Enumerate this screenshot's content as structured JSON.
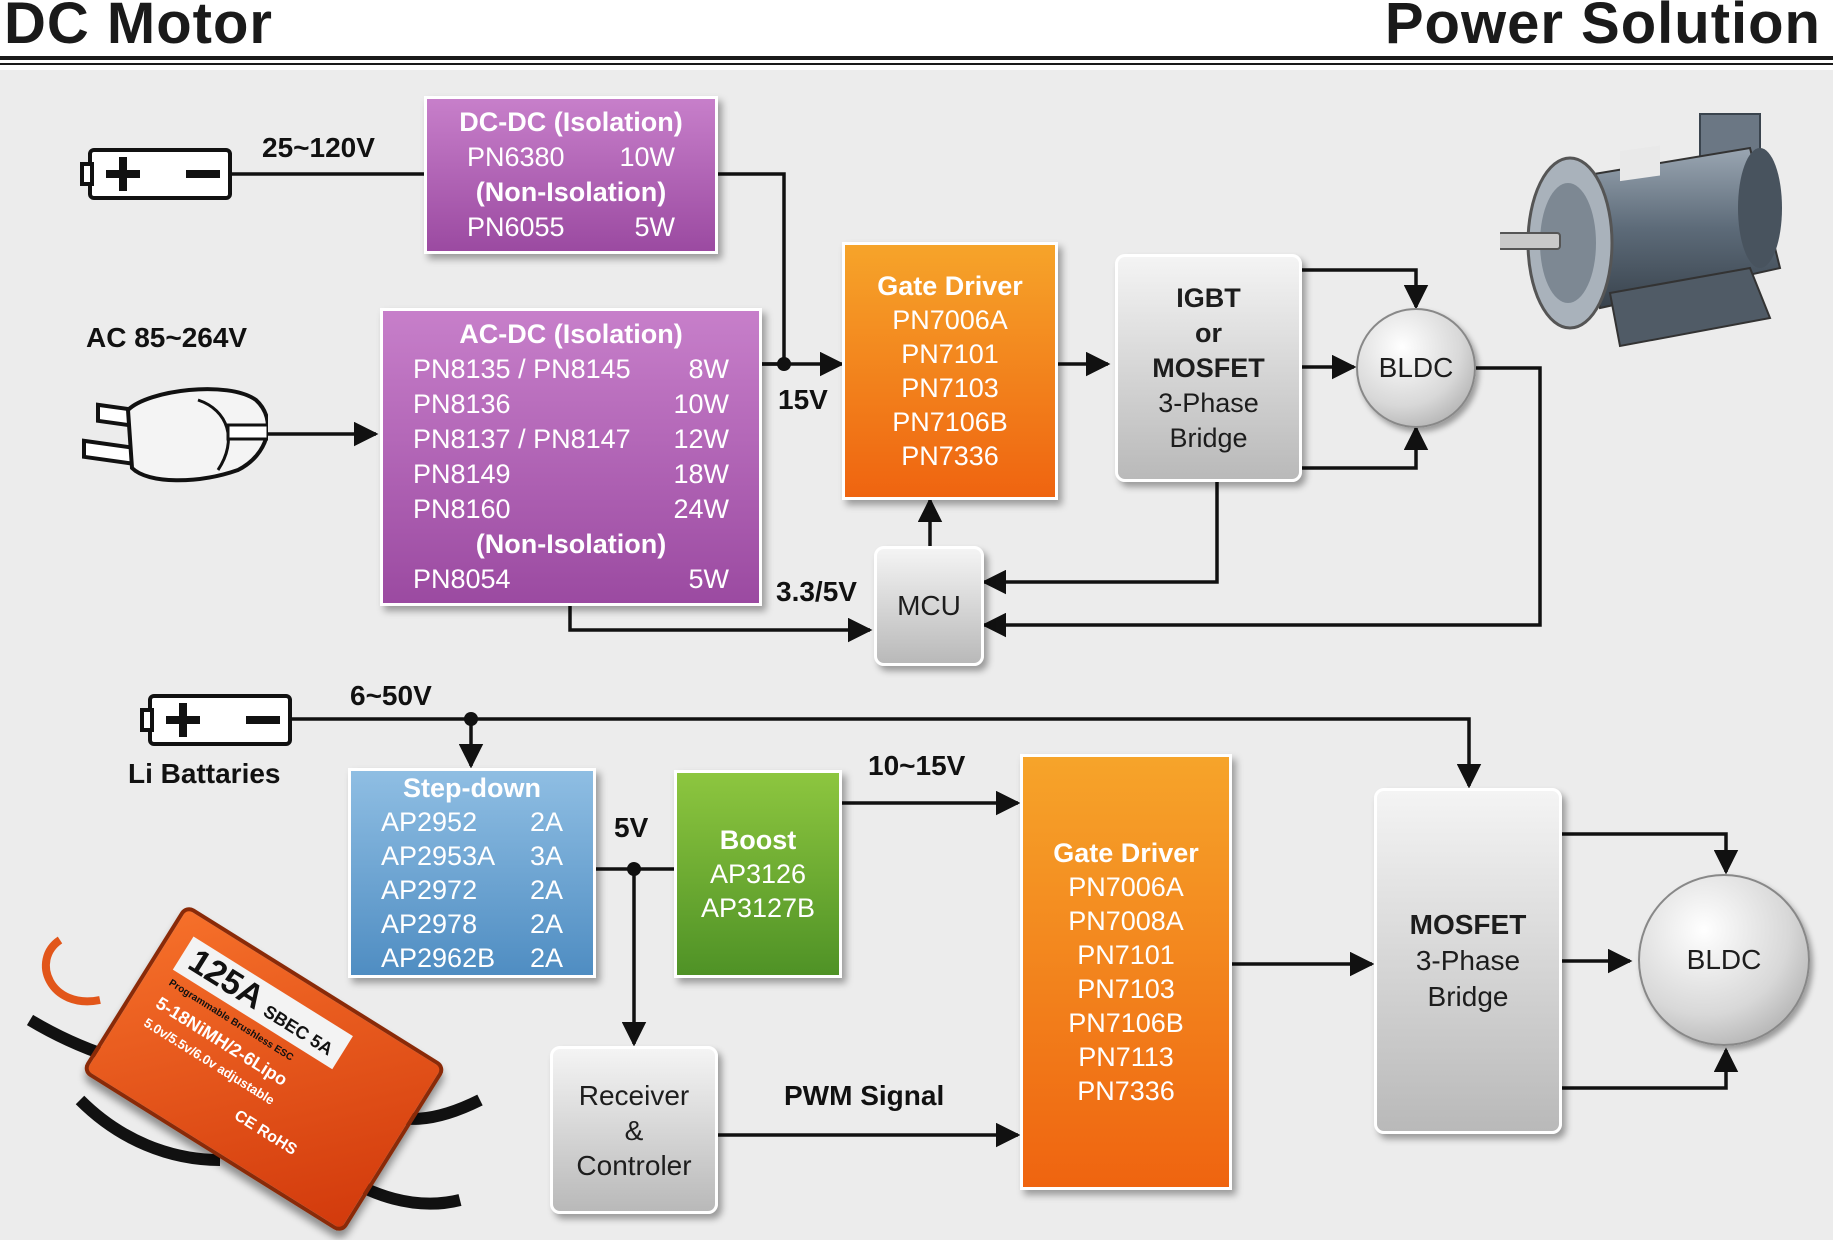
{
  "header": {
    "left_title": "DC Motor",
    "right_title": "Power Solution"
  },
  "top": {
    "battery_voltage": "25~120V",
    "ac_label": "AC 85~264V",
    "dcdc": {
      "title": "DC-DC (Isolation)",
      "iso_parts": [
        {
          "part": "PN6380",
          "power": "10W"
        }
      ],
      "non_iso_title": "(Non-Isolation)",
      "non_iso_parts": [
        {
          "part": "PN6055",
          "power": "5W"
        }
      ]
    },
    "acdc": {
      "title": "AC-DC (Isolation)",
      "iso_parts": [
        {
          "part": "PN8135 / PN8145",
          "power": "8W"
        },
        {
          "part": "PN8136",
          "power": "10W"
        },
        {
          "part": "PN8137 / PN8147",
          "power": "12W"
        },
        {
          "part": "PN8149",
          "power": "18W"
        },
        {
          "part": "PN8160",
          "power": "24W"
        }
      ],
      "non_iso_title": "(Non-Isolation)",
      "non_iso_parts": [
        {
          "part": "PN8054",
          "power": "5W"
        }
      ]
    },
    "rail_15v": "15V",
    "rail_mcu": "3.3/5V",
    "gate_driver": {
      "title": "Gate Driver",
      "parts": [
        "PN7006A",
        "PN7101",
        "PN7103",
        "PN7106B",
        "PN7336"
      ]
    },
    "bridge": {
      "line1": "IGBT",
      "line2": "or",
      "line3": "MOSFET",
      "line4": "3-Phase",
      "line5": "Bridge"
    },
    "motor": "BLDC",
    "mcu": "MCU"
  },
  "bottom": {
    "battery_voltage": "6~50V",
    "battery_label": "Li Battaries",
    "stepdown": {
      "title": "Step-down",
      "parts": [
        {
          "part": "AP2952",
          "current": "2A"
        },
        {
          "part": "AP2953A",
          "current": "3A"
        },
        {
          "part": "AP2972",
          "current": "2A"
        },
        {
          "part": "AP2978",
          "current": "2A"
        },
        {
          "part": "AP2962B",
          "current": "2A"
        }
      ]
    },
    "rail_5v": "5V",
    "boost": {
      "title": "Boost",
      "parts": [
        "AP3126",
        "AP3127B"
      ]
    },
    "rail_gate": "10~15V",
    "gate_driver": {
      "title": "Gate Driver",
      "parts": [
        "PN7006A",
        "PN7008A",
        "PN7101",
        "PN7103",
        "PN7106B",
        "PN7113",
        "PN7336"
      ]
    },
    "bridge": {
      "line1": "MOSFET",
      "line2": "3-Phase",
      "line3": "Bridge"
    },
    "motor": "BLDC",
    "receiver": {
      "line1": "Receiver",
      "line2": "&",
      "line3": "Controler"
    },
    "pwm_label": "PWM Signal",
    "esc": {
      "rating": "125A",
      "sbec": "SBEC 5A",
      "subtitle": "Programmable Brushless ESC",
      "cells": "5-18NiMH/2-6Lipo",
      "bec_voltages": "5.0v/5.5v/6.0v adjustable",
      "marks": "CE RoHS"
    }
  },
  "colors": {
    "purple": "#9b4aa1",
    "orange": "#ef6410",
    "gray": "#b9b9b9",
    "blue": "#4f8dc2",
    "green": "#4f9226",
    "wire": "#111111"
  }
}
